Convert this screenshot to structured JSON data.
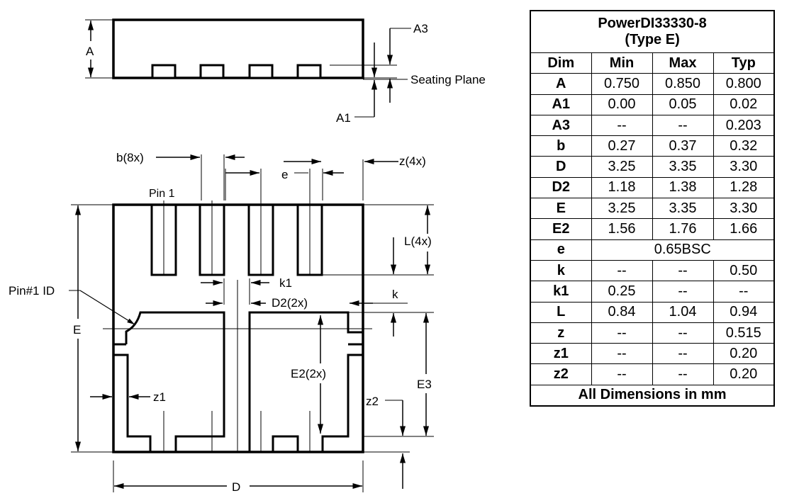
{
  "drawing": {
    "labels": {
      "A": "A",
      "A3": "A3",
      "A1": "A1",
      "seating_plane": "Seating Plane",
      "b8x": "b(8x)",
      "e": "e",
      "z4x": "z(4x)",
      "pin1": "Pin 1",
      "L4x": "L(4x)",
      "pin1_id": "Pin#1 ID",
      "k1": "k1",
      "D22x": "D2(2x)",
      "k": "k",
      "E": "E",
      "E22x": "E2(2x)",
      "E3": "E3",
      "z1": "z1",
      "z2": "z2",
      "D": "D"
    }
  },
  "table": {
    "title_line1": "PowerDI33330-8",
    "title_line2": "(Type E)",
    "headers": [
      "Dim",
      "Min",
      "Max",
      "Typ"
    ],
    "rows": [
      [
        "A",
        "0.750",
        "0.850",
        "0.800"
      ],
      [
        "A1",
        "0.00",
        "0.05",
        "0.02"
      ],
      [
        "A3",
        "--",
        "--",
        "0.203"
      ],
      [
        "b",
        "0.27",
        "0.37",
        "0.32"
      ],
      [
        "D",
        "3.25",
        "3.35",
        "3.30"
      ],
      [
        "D2",
        "1.18",
        "1.38",
        "1.28"
      ],
      [
        "E",
        "3.25",
        "3.35",
        "3.30"
      ],
      [
        "E2",
        "1.56",
        "1.76",
        "1.66"
      ],
      [
        "e",
        "0.65BSC"
      ],
      [
        "k",
        "--",
        "--",
        "0.50"
      ],
      [
        "k1",
        "0.25",
        "--",
        "--"
      ],
      [
        "L",
        "0.84",
        "1.04",
        "0.94"
      ],
      [
        "z",
        "--",
        "--",
        "0.515"
      ],
      [
        "z1",
        "--",
        "--",
        "0.20"
      ],
      [
        "z2",
        "--",
        "--",
        "0.20"
      ]
    ],
    "footer": "All Dimensions in mm"
  }
}
